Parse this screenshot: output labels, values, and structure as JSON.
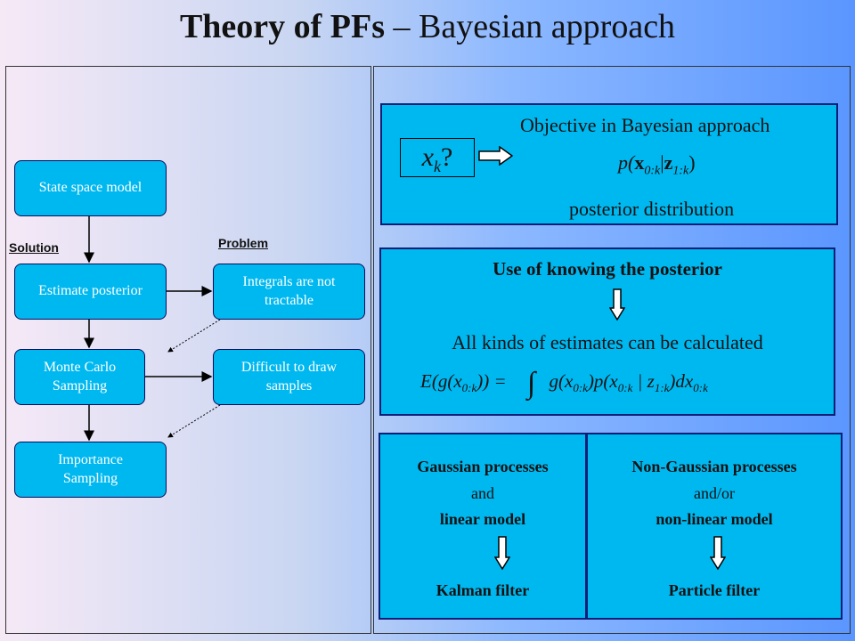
{
  "title": {
    "bold": "Theory of PFs",
    "rest": " – Bayesian approach"
  },
  "flow": {
    "solution_label": "Solution",
    "problem_label": "Problem",
    "nodes": {
      "state_space": "State space model",
      "estimate_posterior": "Estimate posterior",
      "monte_carlo_1": "Monte Carlo",
      "monte_carlo_2": "Sampling",
      "importance_1": "Importance",
      "importance_2": "Sampling",
      "integrals_1": "Integrals are not",
      "integrals_2": "tractable",
      "difficult_1": "Difficult to draw",
      "difficult_2": "samples"
    }
  },
  "objective": {
    "xk_label": "x",
    "xk_sub": "k",
    "xk_q": "?",
    "heading": "Objective in Bayesian approach",
    "formula_p": "p(",
    "formula_x": "x",
    "formula_x_sub": "0:k",
    "formula_bar": "|",
    "formula_z": "z",
    "formula_z_sub": "1:k",
    "formula_close": ")",
    "caption": "posterior distribution"
  },
  "use": {
    "heading": "Use of knowing the posterior",
    "text": "All kinds of estimates can be calculated",
    "eq_lhs": "E(g(x",
    "eq_lhs_sub": "0:k",
    "eq_lhs_close": ")) =",
    "eq_int": "∫",
    "eq_rhs_1": "g(x",
    "eq_rhs_1_sub": "0:k",
    "eq_rhs_2": ")p(x",
    "eq_rhs_2_sub": "0:k",
    "eq_rhs_3": " | z",
    "eq_rhs_3_sub": "1:k",
    "eq_rhs_4": ")dx",
    "eq_rhs_4_sub": "0:k"
  },
  "gaussian": {
    "line1": "Gaussian processes",
    "line2": "and",
    "line3": "linear model",
    "result": "Kalman filter"
  },
  "nongaussian": {
    "line1": "Non-Gaussian processes",
    "line2": "and/or",
    "line3": "non-linear model",
    "result": "Particle filter"
  },
  "colors": {
    "box_fill": "#00b8f0",
    "box_border": "#0a1e78"
  }
}
